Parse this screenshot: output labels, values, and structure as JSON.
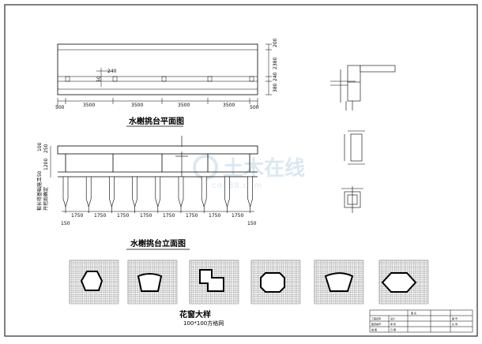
{
  "plan": {
    "title": "水榭挑台平面图",
    "dims_bottom": [
      "500",
      "3500",
      "3500",
      "3500",
      "3500",
      "500"
    ],
    "dims_right": [
      "200",
      "2380",
      "240",
      "380"
    ],
    "dims_inner": [
      "240",
      "50"
    ]
  },
  "elevation": {
    "title": "水榭挑台立面图",
    "dims_bottom": [
      "150",
      "1750",
      "1750",
      "1750",
      "1750",
      "1750",
      "1750",
      "1750",
      "1750",
      "150"
    ],
    "dims_left": [
      "100",
      "250",
      "1200",
      "150"
    ],
    "pile_note": [
      "桩长待基础施工",
      "开挖后确定"
    ]
  },
  "window": {
    "title": "花窗大样",
    "subtitle": "100*100方格网"
  },
  "watermark": {
    "text": "土木在线",
    "sub": "co188.com"
  },
  "title_block": {
    "cells": [
      "工程名称",
      "图 名",
      "设计",
      "审 核",
      "图 号",
      "比 例",
      "图纸编号",
      "描 图",
      "日 期"
    ]
  }
}
